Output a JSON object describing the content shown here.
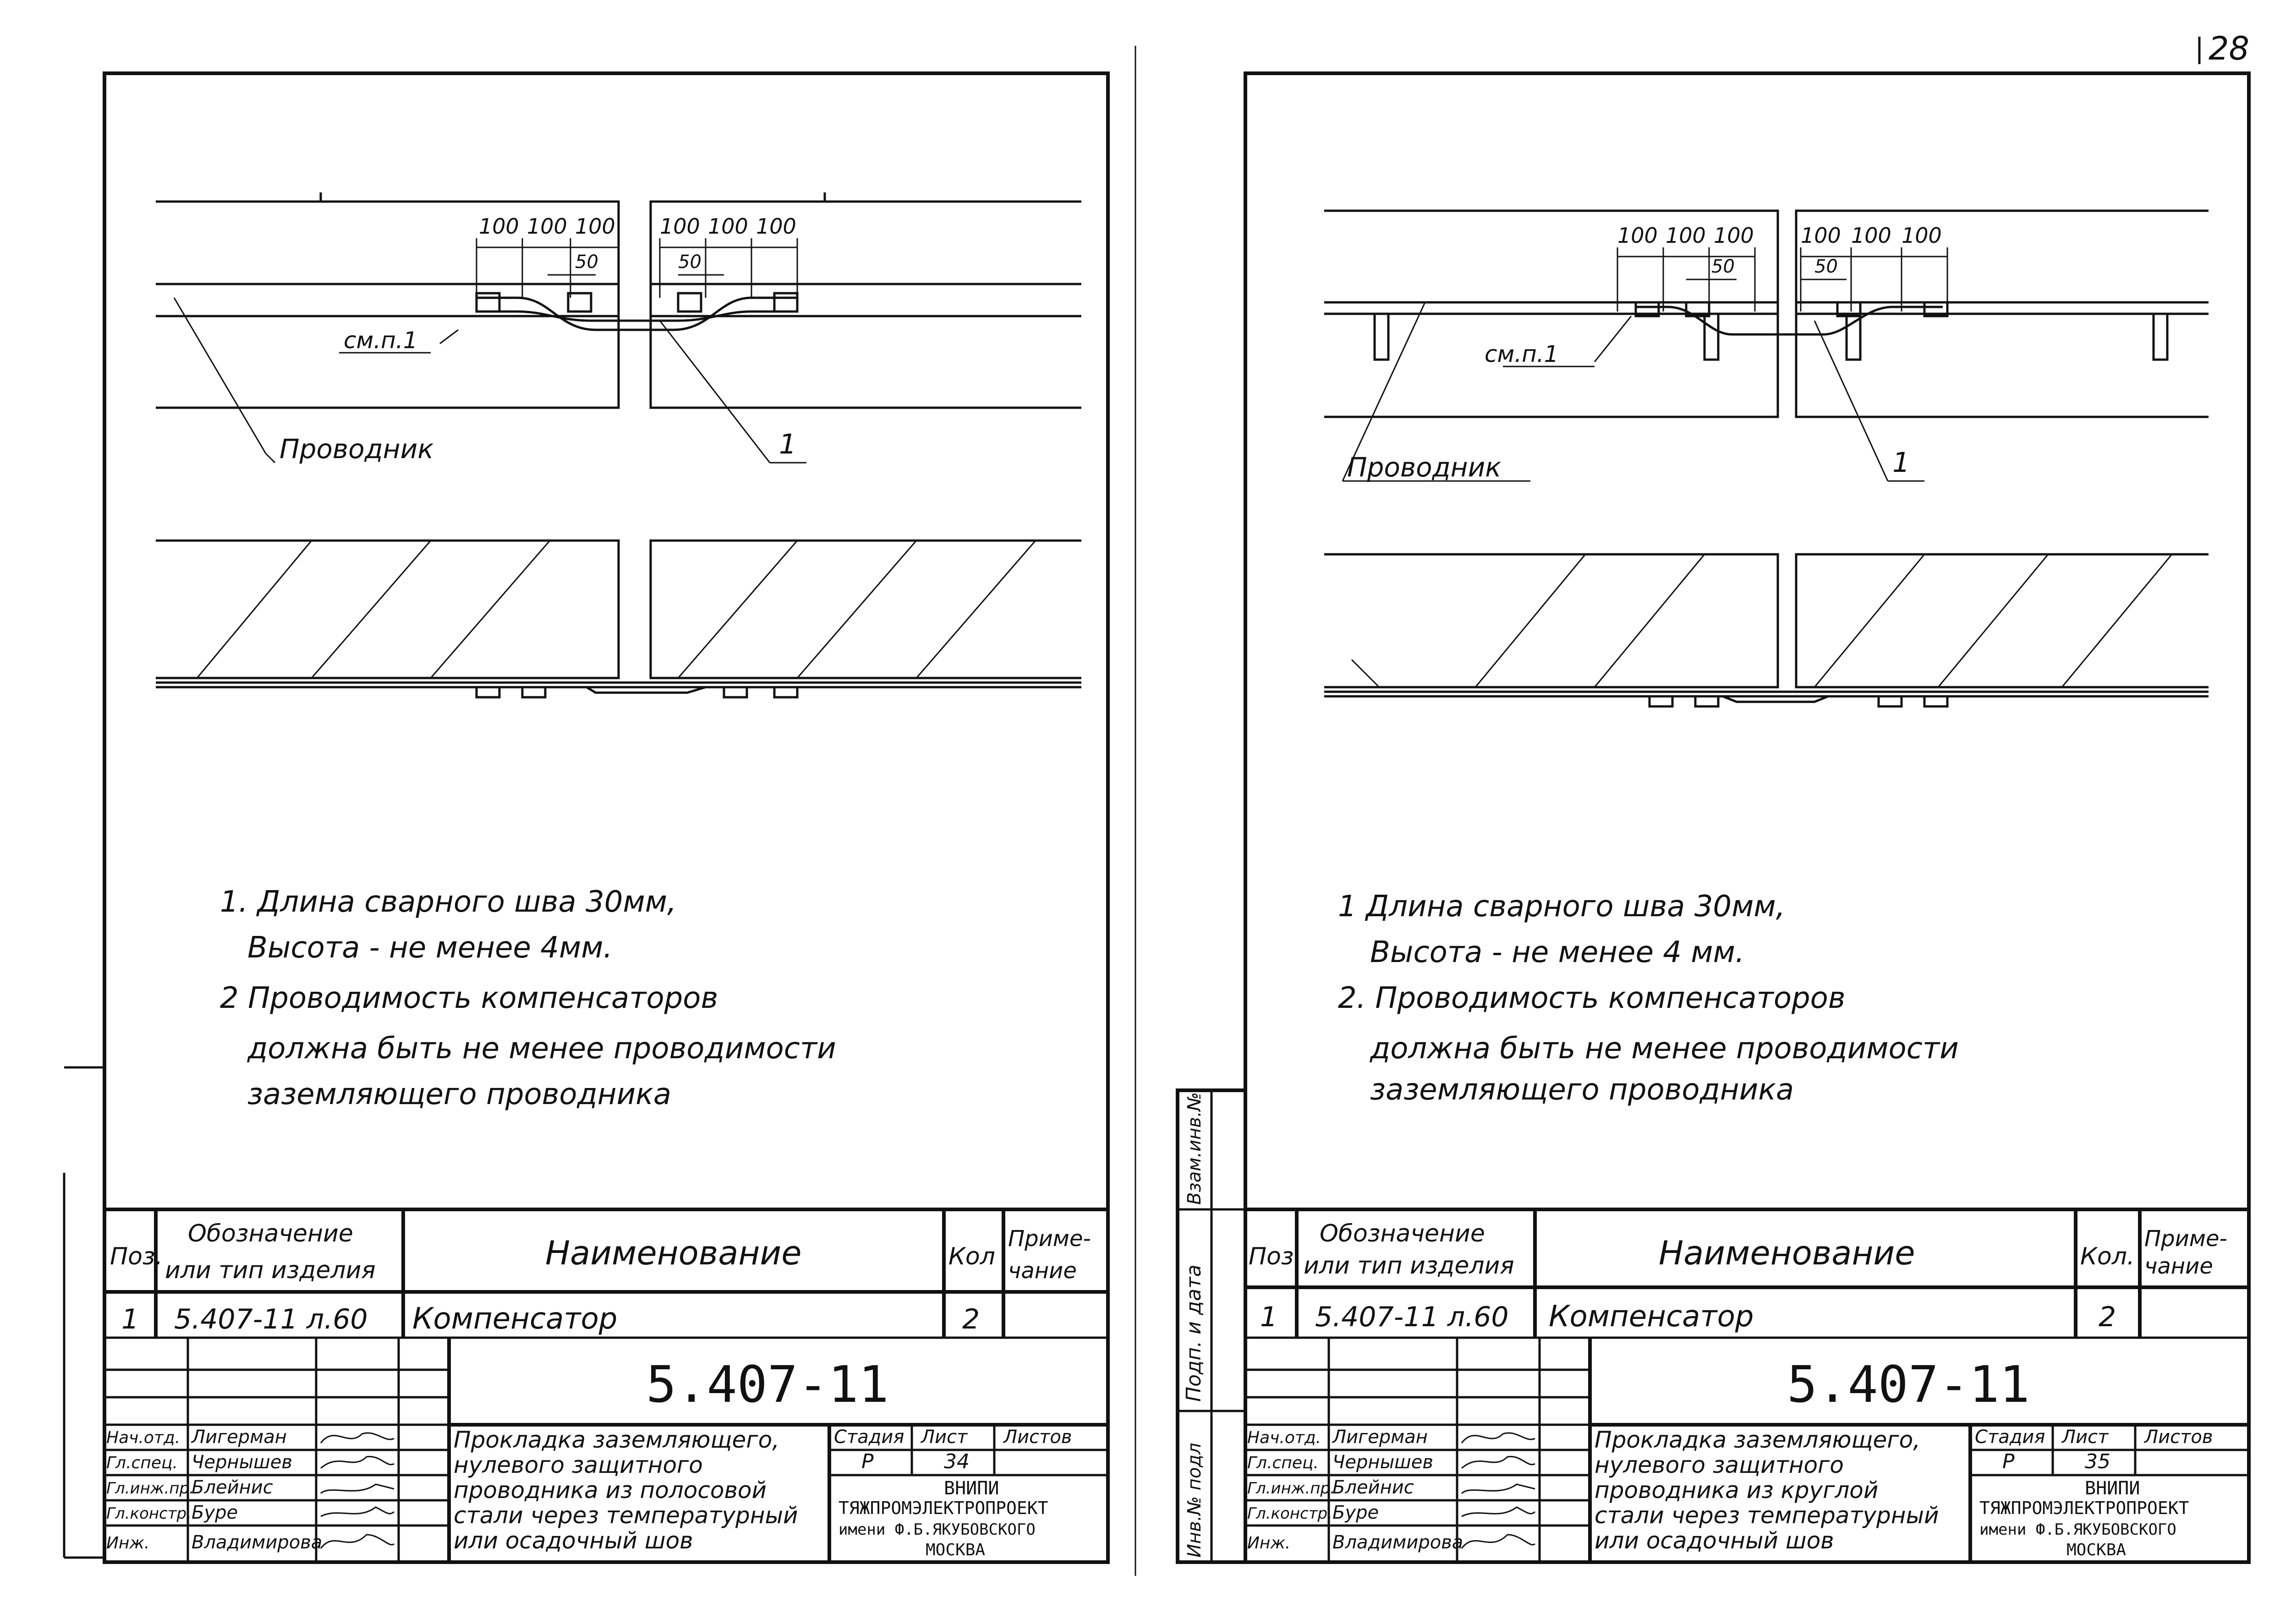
{
  "page_number": "28",
  "left": {
    "dims_left": [
      "100",
      "100",
      "100"
    ],
    "dims_right": [
      "100",
      "100",
      "100"
    ],
    "half_dim_left": "50",
    "half_dim_right": "50",
    "ref_label": "см.п.1",
    "conductor_label": "Проводник",
    "callout": "1",
    "notes": [
      "1. Длина сварного шва 30мм,",
      "Высота - не менее 4мм.",
      "2 Проводимость компенсаторов",
      "должна быть не менее проводимости",
      "заземляющего проводника"
    ],
    "table": {
      "headers": {
        "pos": "Поз.",
        "designation": "Обозначение\nили тип изделия",
        "name": "Наименование",
        "qty": "Кол",
        "note": "Приме-\nчание"
      },
      "row": {
        "pos": "1",
        "designation": "5.407-11 л.60",
        "name": "Компенсатор",
        "qty": "2",
        "note": ""
      }
    },
    "stamp": {
      "code": "5.407-11",
      "people": [
        {
          "role": "Нач.отд.",
          "name": "Лигерман"
        },
        {
          "role": "Гл.спец.",
          "name": "Чернышев"
        },
        {
          "role": "Гл.инж.пр.",
          "name": "Блейнис"
        },
        {
          "role": "Гл.констр.",
          "name": "Буре"
        },
        {
          "role": "Инж.",
          "name": "Владимирова"
        }
      ],
      "title": [
        "Прокладка заземляющего,",
        "нулевого защитного",
        "проводника из полосовой",
        "стали через температурный",
        "или осадочный шов"
      ],
      "stage_label": "Стадия",
      "sheet_label": "Лист",
      "sheets_label": "Листов",
      "stage": "Р",
      "sheet": "34",
      "org": [
        "ВНИПИ",
        "ТЯЖПРОМЭЛЕКТРОПРОЕКТ",
        "имени Ф.Б.ЯКУБОВСКОГО",
        "МОСКВА"
      ]
    }
  },
  "right": {
    "dims_left": [
      "100",
      "100",
      "100"
    ],
    "dims_right": [
      "100",
      "100",
      "100"
    ],
    "half_dim_left": "50",
    "half_dim_right": "50",
    "ref_label": "см.п.1",
    "conductor_label": "Проводник",
    "callout": "1",
    "notes": [
      "1 Длина сварного шва 30мм,",
      "Высота - не менее 4 мм.",
      "2. Проводимость компенсаторов",
      "должна быть не менее проводимости",
      "заземляющего проводника"
    ],
    "table": {
      "headers": {
        "pos": "Поз",
        "designation": "Обозначение\nили тип изделия",
        "name": "Наименование",
        "qty": "Кол.",
        "note": "Приме-\nчание"
      },
      "row": {
        "pos": "1",
        "designation": "5.407-11 л.60",
        "name": "Компенсатор",
        "qty": "2",
        "note": ""
      }
    },
    "stamp": {
      "code": "5.407-11",
      "people": [
        {
          "role": "Нач.отд.",
          "name": "Лигерман"
        },
        {
          "role": "Гл.спец.",
          "name": "Чернышев"
        },
        {
          "role": "Гл.инж.пр.",
          "name": "Блейнис"
        },
        {
          "role": "Гл.констр.",
          "name": "Буре"
        },
        {
          "role": "Инж.",
          "name": "Владимирова"
        }
      ],
      "title": [
        "Прокладка заземляющего,",
        "нулевого защитного",
        "проводника из круглой",
        "стали через температурный",
        "или осадочный шов"
      ],
      "stage_label": "Стадия",
      "sheet_label": "Лист",
      "sheets_label": "Листов",
      "stage": "Р",
      "sheet": "35",
      "org": [
        "ВНИПИ",
        "ТЯЖПРОМЭЛЕКТРОПРОЕКТ",
        "имени Ф.Б.ЯКУБОВСКОГО",
        "МОСКВА"
      ]
    },
    "side_labels": [
      "Взам.инв.№",
      "Подп. и дата",
      "Инв.№ подл"
    ]
  }
}
